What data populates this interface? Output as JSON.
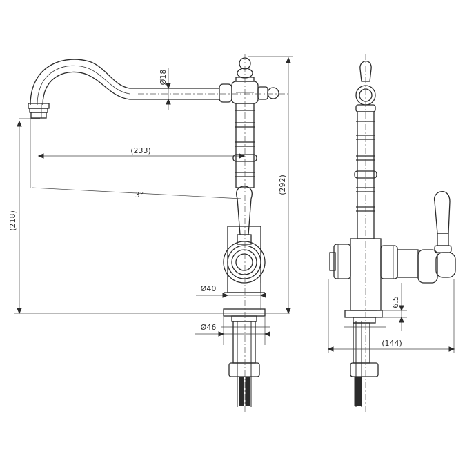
{
  "drawing": {
    "side_view": {
      "dims": {
        "pipe_dia": "Ø18",
        "reach": "(233)",
        "angle": "3°",
        "spout_height": "(218)",
        "total_height": "(292)",
        "body_dia": "Ø40",
        "base_dia": "Ø46"
      }
    },
    "front_view": {
      "dims": {
        "depth": "(144)",
        "base_thickness": "6.5"
      }
    }
  }
}
